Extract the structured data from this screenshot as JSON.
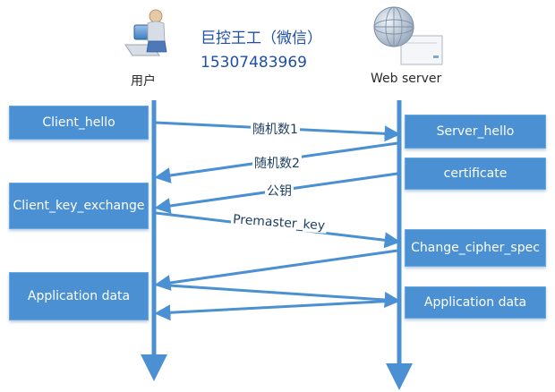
{
  "colors": {
    "lifeline": "#4a90d2",
    "box_fill": "#4a90d2",
    "box_text": "#ffffff",
    "watermark_text": "#1f4fa8",
    "label_text": "#1d3f63"
  },
  "watermark": {
    "line1": "巨控王工（微信）",
    "line2": "15307483969"
  },
  "actors": {
    "client": {
      "label": "用户",
      "icon": "user-at-computer-icon"
    },
    "server": {
      "label": "Web server",
      "icon": "web-server-globe-icon"
    }
  },
  "client_boxes": [
    "Client_hello",
    "Client_key_exchange",
    "Application data"
  ],
  "server_boxes": [
    "Server_hello",
    "certificate",
    "Change_cipher_spec",
    "Application data"
  ],
  "messages": [
    {
      "label": "随机数1",
      "direction": "to-server"
    },
    {
      "label": "随机数2",
      "direction": "to-client"
    },
    {
      "label": "公钥",
      "direction": "to-client"
    },
    {
      "label": "Premaster_key",
      "direction": "to-server"
    },
    {
      "label": "",
      "direction": "to-client"
    },
    {
      "label": "",
      "direction": "to-server"
    },
    {
      "label": "",
      "direction": "to-client"
    }
  ]
}
